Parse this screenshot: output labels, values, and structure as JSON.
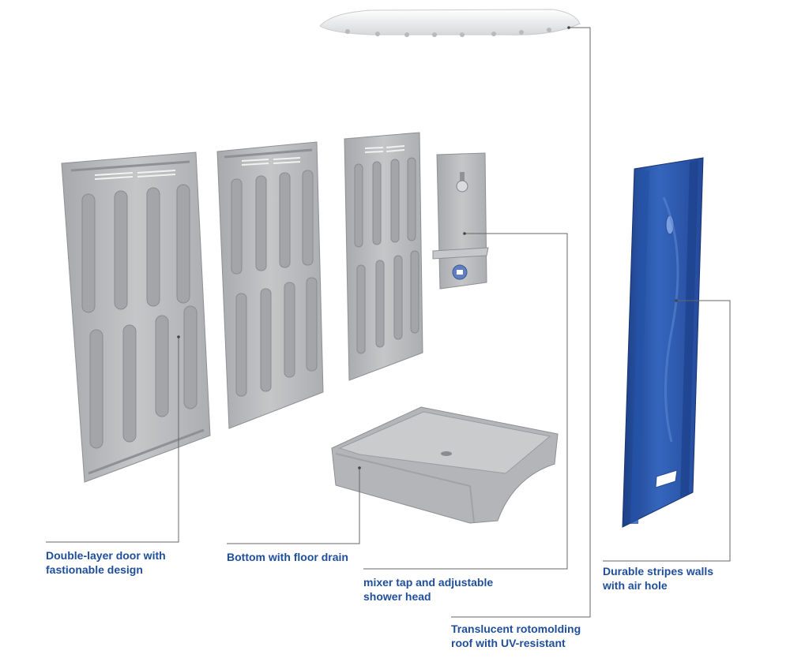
{
  "callouts": {
    "door": {
      "line1": "Double-layer door with",
      "line2": "fastionable design"
    },
    "bottom": {
      "line1": "Bottom with floor drain"
    },
    "tap": {
      "line1": "mixer tap and adjustable",
      "line2": "shower head"
    },
    "roof": {
      "line1": "Translucent rotomolding",
      "line2": "roof with UV-resistant"
    },
    "walls": {
      "line1": "Durable stripes walls",
      "line2": "with air hole"
    }
  },
  "colors": {
    "label_text": "#1f4e9a",
    "leader_line": "#666666",
    "panel_grey": "#b9bbbe",
    "wall_blue": "#2f5fb3"
  }
}
